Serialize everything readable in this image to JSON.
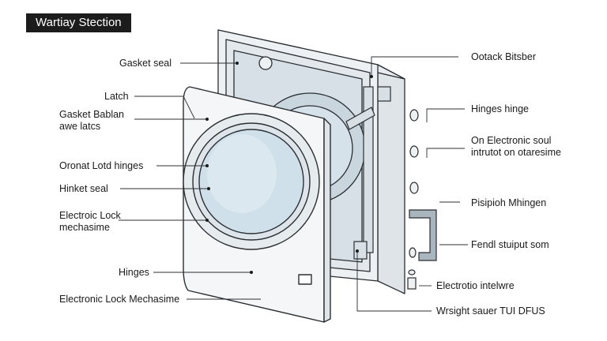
{
  "title": "Wartiay Stection",
  "colors": {
    "line": "#2b2f33",
    "body": "#eef1f3",
    "glass": "#cfe0ea",
    "glass_inner": "#dbe8ef",
    "accent": "#8fa0ab",
    "title_bg": "#1c1c1c"
  },
  "labels_left": [
    "Gasket seal",
    "Latch",
    "Gasket Bablan\nawe latcs",
    "Oronat Lotd hinges",
    "Hinket seal",
    "Electroic Lock\nmechasime",
    "Hinges",
    "Electronic Lock Mechasime"
  ],
  "labels_right": [
    "Ootack Bitsber",
    "Hinges hinge",
    "On Electronic soul\nintrutot on otaresime",
    "Pisipioh Mhingen",
    "Fendl stuiput som",
    "Electrotio intelwre",
    "Wrsight sauer TUI DFUS"
  ]
}
